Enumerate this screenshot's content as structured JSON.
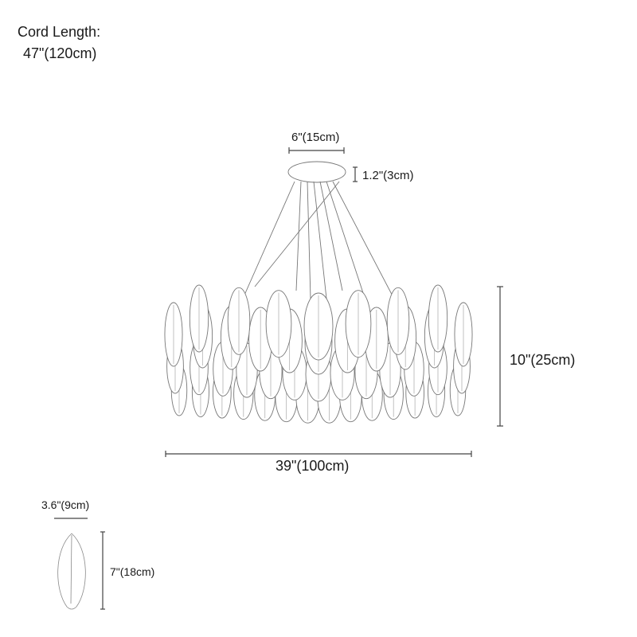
{
  "cord_length": {
    "label": "Cord Length:",
    "value": "47\"(120cm)"
  },
  "canopy": {
    "diameter": "6\"(15cm)",
    "height": "1.2\"(3cm)"
  },
  "fixture": {
    "height": "10\"(25cm)",
    "width": "39\"(100cm)"
  },
  "feather": {
    "width": "3.6\"(9cm)",
    "height": "7\"(18cm)"
  }
}
